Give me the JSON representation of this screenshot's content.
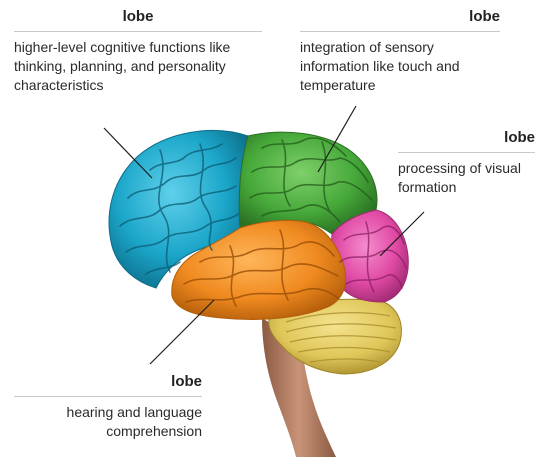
{
  "labels": {
    "frontal": {
      "name": "lobe",
      "description": "higher-level cognitive functions like thinking, planning, and personality characteristics"
    },
    "parietal": {
      "name": "lobe",
      "description": "integration of sensory information like touch and temperature"
    },
    "occipital": {
      "name": "lobe",
      "description": "processing of visual formation"
    },
    "temporal": {
      "name": "lobe",
      "description": "hearing and language comprehension"
    }
  },
  "colors": {
    "frontal": "#1ba6c9",
    "parietal": "#47a93a",
    "occipital": "#e04aa4",
    "temporal": "#f08a20",
    "cerebellum": "#e0c75a",
    "brainstem": "#b8846a"
  }
}
